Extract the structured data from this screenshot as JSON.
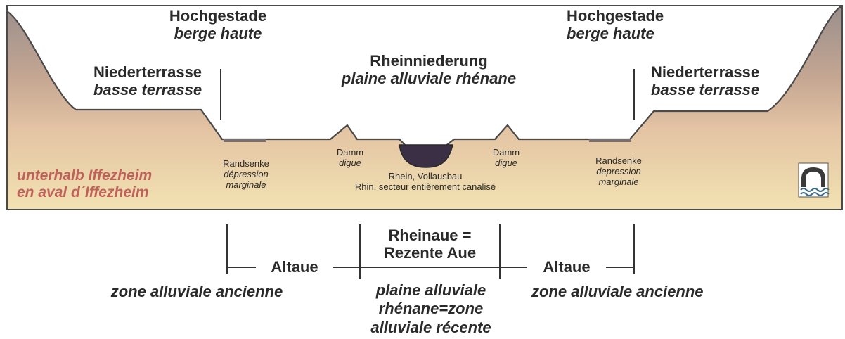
{
  "colors": {
    "hill_top": "#9a8f8c",
    "hill_mid": "#c4a692",
    "soil_light": "#f2e2b2",
    "outline": "#4a4a4a",
    "river": "#3a2f45",
    "accent_red": "#c0605a"
  },
  "labels": {
    "hoch_left_de": "Hochgestade",
    "hoch_left_fr": "berge haute",
    "hoch_right_de": "Hochgestade",
    "hoch_right_fr": "berge haute",
    "nieder_left_de": "Niederterrasse",
    "nieder_left_fr": "basse terrasse",
    "nieder_right_de": "Niederterrasse",
    "nieder_right_fr": "basse terrasse",
    "rhein_de": "Rheinniederung",
    "rhein_fr": "plaine alluviale rhénane",
    "rand_left_de": "Randsenke",
    "rand_left_fr1": "dépression",
    "rand_left_fr2": "marginale",
    "rand_right_de": "Randsenke",
    "rand_right_fr1": "depression",
    "rand_right_fr2": "marginale",
    "damm_left_de": "Damm",
    "damm_left_fr": "digue",
    "damm_right_de": "Damm",
    "damm_right_fr": "digue",
    "river_de": "Rhein, Vollausbau",
    "river_fr": "Rhin, secteur entièrement canalisé",
    "location_de": "unterhalb Iffezheim",
    "location_fr": "en aval d´Iffezheim",
    "rheinaue_1": "Rheinaue =",
    "rheinaue_2": "Rezente Aue",
    "altaue_left": "Altaue",
    "altaue_right": "Altaue",
    "altaue_left_fr": "zone alluviale ancienne",
    "altaue_right_fr": "zone alluviale ancienne",
    "recent_1": "plaine alluviale",
    "recent_2": "rhénane=zone",
    "recent_3": "alluviale récente"
  },
  "icons": [
    "bridge-logo-icon"
  ]
}
